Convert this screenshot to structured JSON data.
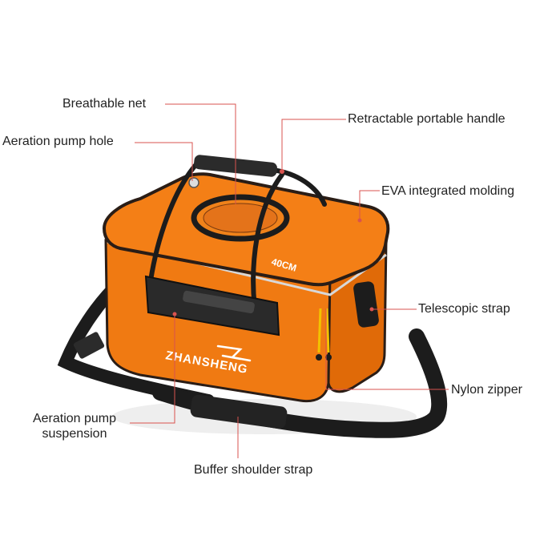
{
  "colors": {
    "bag_orange": "#f07a12",
    "bag_trim": "#2a1d16",
    "strap": "#1c1c1c",
    "callout_line": "#d9534f",
    "label_text": "#222222"
  },
  "bag": {
    "size_mark": "40CM",
    "brand_text": "ZHANSHENG"
  },
  "callouts": {
    "breathable_net": "Breathable net",
    "aeration_pump_hole": "Aeration pump hole",
    "retractable_handle": "Retractable portable handle",
    "eva_molding": "EVA integrated molding",
    "telescopic_strap": "Telescopic strap",
    "nylon_zipper": "Nylon zipper",
    "aeration_suspension_line1": "Aeration pump",
    "aeration_suspension_line2": "suspension",
    "buffer_strap": "Buffer shoulder strap"
  }
}
